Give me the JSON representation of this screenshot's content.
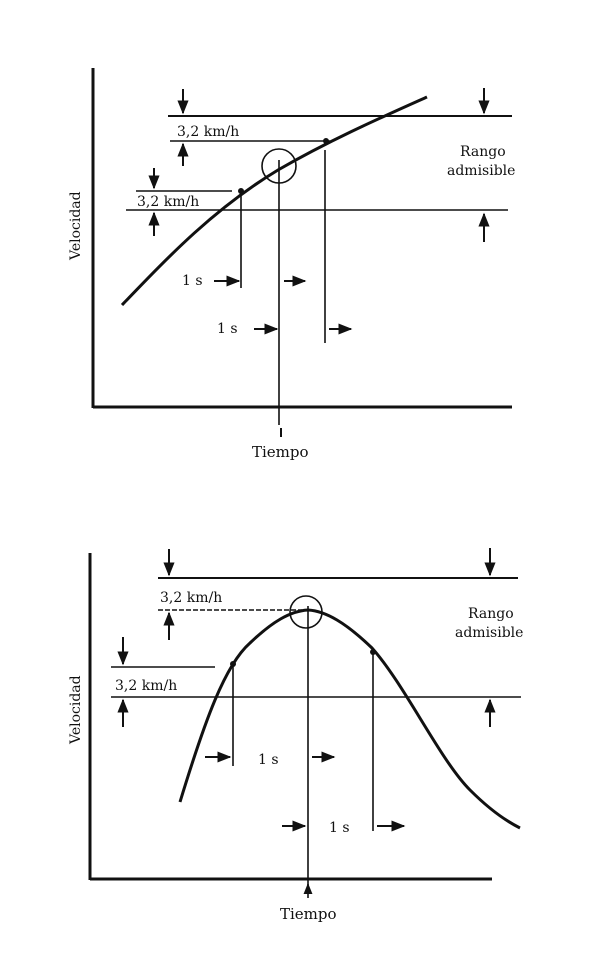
{
  "top_diagram": {
    "y_label": "Velocidad",
    "x_label": "Tiempo",
    "range_label_line1": "Rango",
    "range_label_line2": "admisible",
    "delta_upper": "3,2  km/h",
    "delta_lower": "3,2  km/h",
    "time_left": "1 s",
    "time_right": "1 s"
  },
  "bottom_diagram": {
    "y_label": "Velocidad",
    "x_label": "Tiempo",
    "range_label_line1": "Rango",
    "range_label_line2": "admisible",
    "delta_upper": "3,2  km/h",
    "delta_lower": "3,2  km/h",
    "time_left": "1 s",
    "time_right": "1 s"
  }
}
